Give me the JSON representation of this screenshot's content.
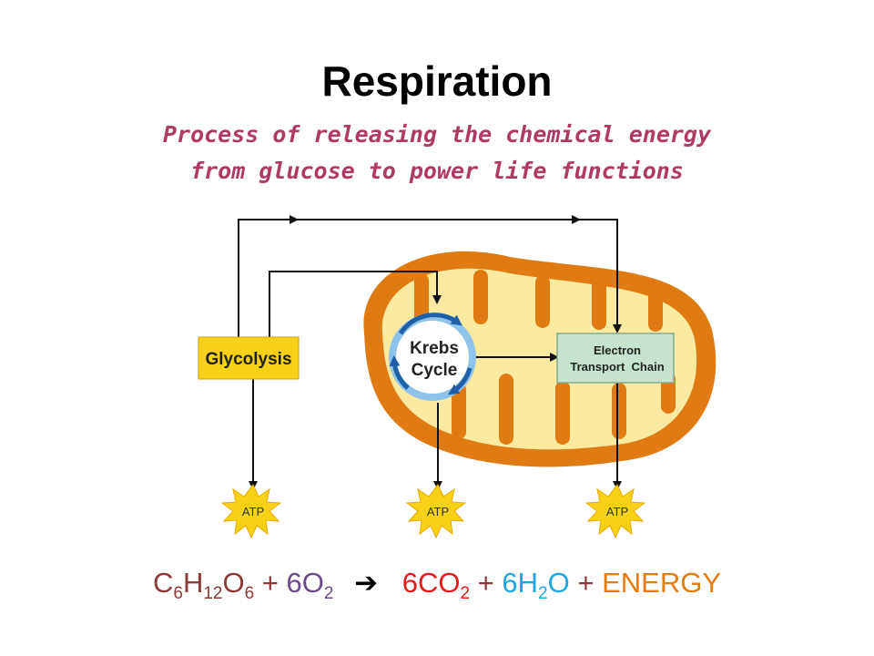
{
  "title": "Respiration",
  "subtitle": {
    "line1": "Process of releasing the chemical energy",
    "line2": "from glucose to power life functions"
  },
  "diagram": {
    "glycolysis": "Glycolysis",
    "krebs_line1": "Krebs",
    "krebs_line2": "Cycle",
    "etc_line1": "Electron",
    "etc_line2": "Transport  Chain",
    "atp_label": "ATP"
  },
  "equation": {
    "glucose": {
      "c": "C",
      "c_sub": "6",
      "h": "H",
      "h_sub": "12",
      "o": "O",
      "o_sub": "6"
    },
    "plus1": "+",
    "oxygen": {
      "coef": "6O",
      "sub": "2"
    },
    "arrow": "➔",
    "co2": {
      "coef": "6CO",
      "sub": "2"
    },
    "plus2": "+",
    "water": {
      "h": "6H",
      "h_sub": "2",
      "o": "O"
    },
    "plus3": "+",
    "energy": "ENERGY"
  },
  "colors": {
    "subtitle": "#b03a66",
    "mito_outer": "#e07b14",
    "mito_inner": "#fbeaa0",
    "glycolysis_box": "#f7d117",
    "etc_box": "#c6e3d0",
    "atp_star": "#f7d117"
  }
}
